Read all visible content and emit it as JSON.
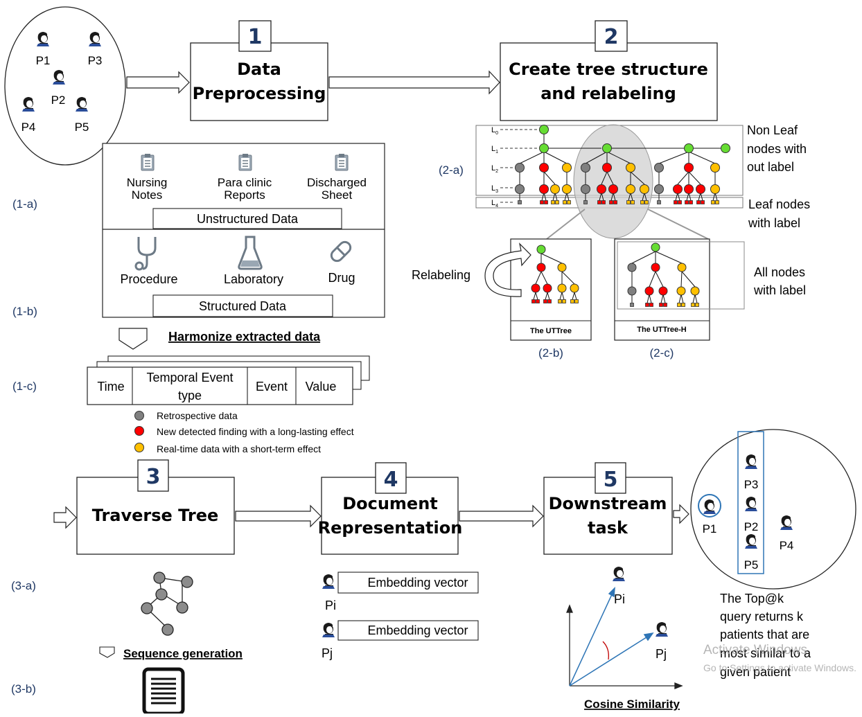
{
  "patients": [
    "P1",
    "P2",
    "P3",
    "P4",
    "P5"
  ],
  "steps": [
    {
      "num": "1",
      "line1": "Data",
      "line2": "Preprocessing"
    },
    {
      "num": "2",
      "line1": "Create tree structure",
      "line2": "and relabeling"
    },
    {
      "num": "3",
      "line1": "Traverse Tree",
      "line2": ""
    },
    {
      "num": "4",
      "line1": "Document",
      "line2": "Representation"
    },
    {
      "num": "5",
      "line1": "Downstream",
      "line2": "task"
    }
  ],
  "labels": {
    "a1": "(1-a)",
    "b1": "(1-b)",
    "c1": "(1-c)",
    "a2": "(2-a)",
    "b2": "(2-b)",
    "c2": "(2-c)",
    "a3": "(3-a)",
    "b3": "(3-b)"
  },
  "unstructured": {
    "items": [
      [
        "Nursing",
        "Notes"
      ],
      [
        "Para clinic",
        "Reports"
      ],
      [
        "Discharged",
        "Sheet"
      ]
    ],
    "caption": "Unstructured Data"
  },
  "structured": {
    "items": [
      "Procedure",
      "Laboratory",
      "Drug"
    ],
    "caption": "Structured Data"
  },
  "harmonize": "Harmonize extracted data",
  "record_table": {
    "time": "Time",
    "type1": "Temporal Event",
    "type2": "type",
    "event": "Event",
    "value": "Value"
  },
  "legend": [
    {
      "color": "#808080",
      "text": "Retrospective data"
    },
    {
      "color": "#ff0000",
      "text": "New detected finding with a long-lasting effect"
    },
    {
      "color": "#ffc000",
      "text": "Real-time data with a short-term effect"
    }
  ],
  "tree": {
    "levels": [
      "L",
      "L",
      "L",
      "L",
      "L"
    ],
    "level_subs": [
      "0",
      "1",
      "2",
      "3",
      "4"
    ],
    "nonleaf": [
      "Non Leaf",
      "nodes with",
      "out label"
    ],
    "leaf": [
      "Leaf nodes",
      "with label"
    ],
    "allnodes": [
      "All nodes",
      "with label"
    ],
    "relabeling": "Relabeling",
    "uttree": "The UTTree",
    "uttree_h": "The UTTree-H"
  },
  "sequence": "Sequence generation",
  "embedding": {
    "pi": "Pi",
    "pj": "Pj",
    "label": "Embedding vector"
  },
  "cosine": {
    "pi": "Pi",
    "pj": "Pj",
    "label": "Cosine Similarity"
  },
  "result": {
    "query": [
      "P1"
    ],
    "ranked": [
      "P3",
      "P2",
      "P5"
    ],
    "other": [
      "P4"
    ]
  },
  "topk_text": [
    "The Top@k",
    "query returns k",
    "patients that are",
    "most similar to a",
    "given patient"
  ],
  "watermark": [
    "Activate Windows",
    "Go to Settings to activate Windows."
  ],
  "colors": {
    "green": "#66dd33",
    "red": "#ff0000",
    "yellow": "#ffc000",
    "gray": "#808080",
    "blue": "#1f3864"
  }
}
